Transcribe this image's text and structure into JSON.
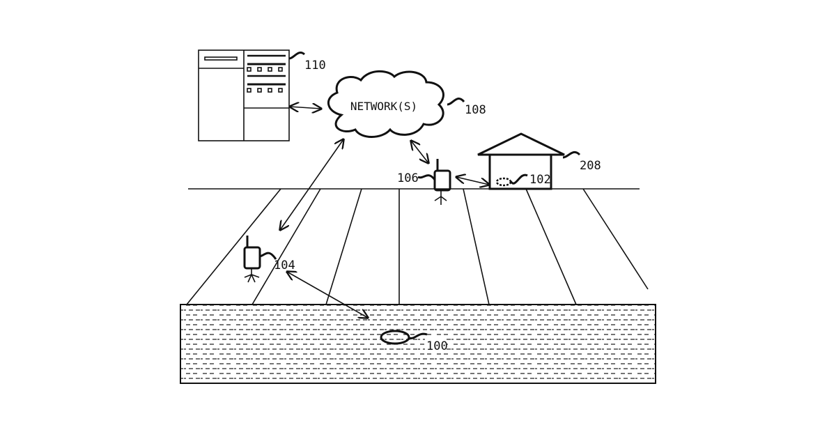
{
  "diagram": {
    "cloud_text": "NETWORK(S)",
    "labels": {
      "server": "110",
      "network": "108",
      "house": "208",
      "base_station": "106",
      "house_device": "102",
      "field_device": "104",
      "buried_sensor": "100"
    },
    "colors": {
      "ink": "#111111",
      "background": "#ffffff"
    }
  }
}
